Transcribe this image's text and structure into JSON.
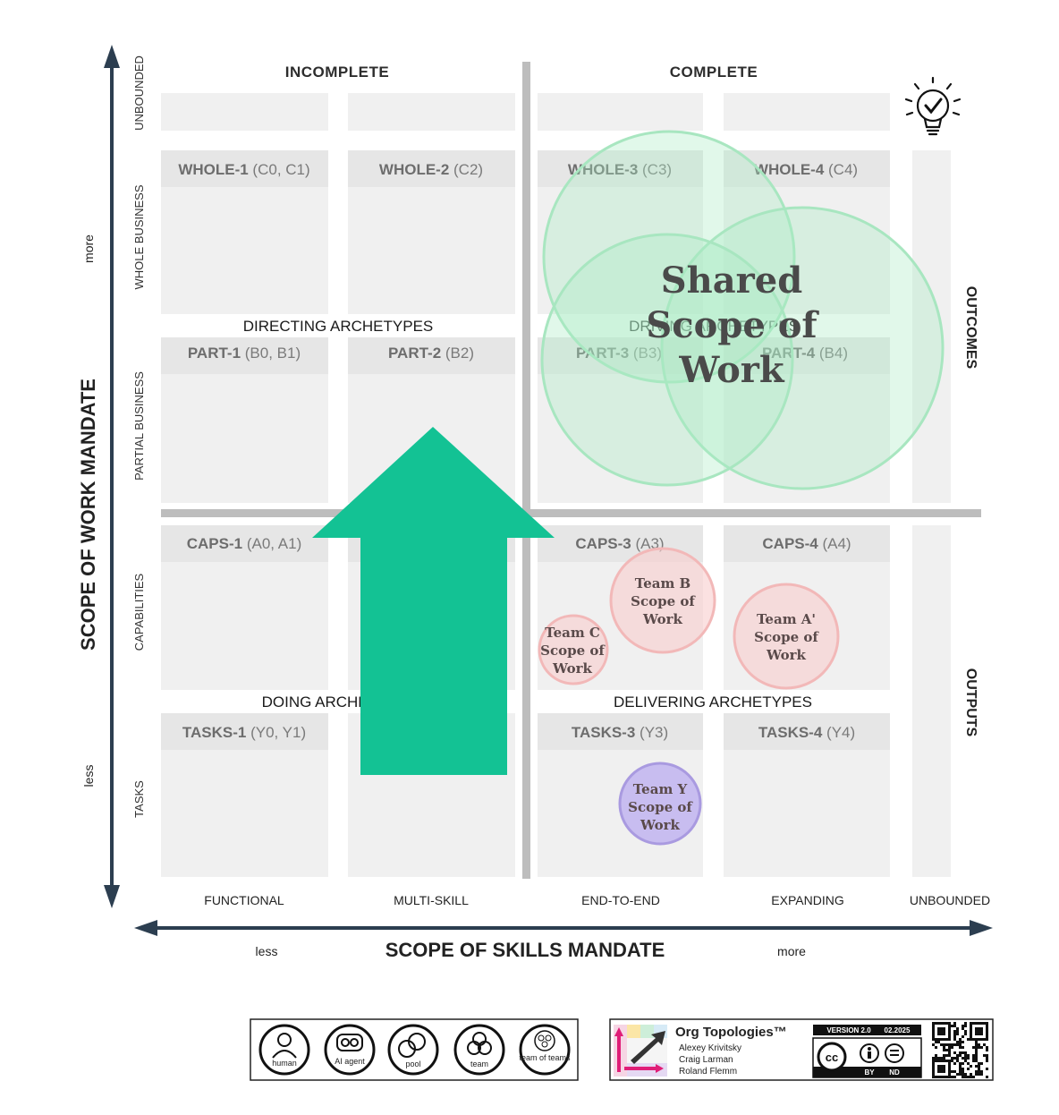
{
  "columns": {
    "incomplete": "INCOMPLETE",
    "complete": "COMPLETE"
  },
  "row_labels": {
    "unbounded": "UNBOUNDED",
    "whole_business": "WHOLE BUSINESS",
    "partial_business": "PARTIAL BUSINESS",
    "capabilities": "CAPABILITIES",
    "tasks": "TASKS"
  },
  "y_axis": {
    "title": "SCOPE OF WORK MANDATE",
    "more": "more",
    "less": "less"
  },
  "x_axis": {
    "title": "SCOPE OF SKILLS MANDATE",
    "less": "less",
    "more": "more",
    "ticks": [
      "FUNCTIONAL",
      "MULTI-SKILL",
      "END-TO-END",
      "EXPANDING",
      "UNBOUNDED"
    ]
  },
  "right_labels": {
    "outcomes": "OUTCOMES",
    "outputs": "OUTPUTS"
  },
  "cells": {
    "whole1": {
      "name": "WHOLE-1",
      "code": " (C0, C1)"
    },
    "whole2": {
      "name": "WHOLE-2",
      "code": " (C2)"
    },
    "whole3": {
      "name": "WHOLE-3",
      "code": " (C3)"
    },
    "whole4": {
      "name": "WHOLE-4",
      "code": " (C4)"
    },
    "part1": {
      "name": "PART-1",
      "code": " (B0, B1)"
    },
    "part2": {
      "name": "PART-2",
      "code": " (B2)"
    },
    "part3": {
      "name": "PART-3",
      "code": " (B3)"
    },
    "part4": {
      "name": "PART-4",
      "code": " (B4)"
    },
    "caps1": {
      "name": "CAPS-1",
      "code": " (A0, A1)"
    },
    "caps3": {
      "name": "CAPS-3",
      "code": " (A3)"
    },
    "caps4": {
      "name": "CAPS-4",
      "code": " (A4)"
    },
    "tasks1": {
      "name": "TASKS-1",
      "code": " (Y0, Y1)"
    },
    "tasks3": {
      "name": "TASKS-3",
      "code": " (Y3)"
    },
    "tasks4": {
      "name": "TASKS-4",
      "code": " (Y4)"
    }
  },
  "archetypes": {
    "directing": "DIRECTING ARCHETYPES",
    "driving": "DRIVING ARCHETYPES",
    "doing": "DOING ARCHETYPES",
    "delivering": "DELIVERING ARCHETYPES"
  },
  "shared": {
    "line1": "Shared",
    "line2": "Scope of",
    "line3": "Work"
  },
  "bubbles": {
    "team_b": [
      "Team B",
      "Scope of",
      "Work"
    ],
    "team_c": [
      "Team C",
      "Scope of",
      "Work"
    ],
    "team_a": [
      "Team A'",
      "Scope of",
      "Work"
    ],
    "team_y": [
      "Team Y",
      "Scope of",
      "Work"
    ]
  },
  "legend": {
    "items": [
      "human",
      "AI agent",
      "pool",
      "team",
      "team of teams"
    ]
  },
  "credits": {
    "title": "Org Topologies™",
    "authors": [
      "Alexey Krivitsky",
      "Craig Larman",
      "Roland Flemm"
    ],
    "version": "VERSION 2.0",
    "date": "02.2025",
    "cc_by": "BY",
    "cc_nd": "ND"
  },
  "colors": {
    "cell_bg": "#f0f0f0",
    "cell_head": "#e6e6e6",
    "divider": "#bdbdbd",
    "axis": "#2c3e50",
    "arrow": "#13c294",
    "green_circle": "rgba(170,235,195,0.35)",
    "red_circle": "rgba(248,200,200,0.55)",
    "purple_circle": "#c8bdf0"
  }
}
